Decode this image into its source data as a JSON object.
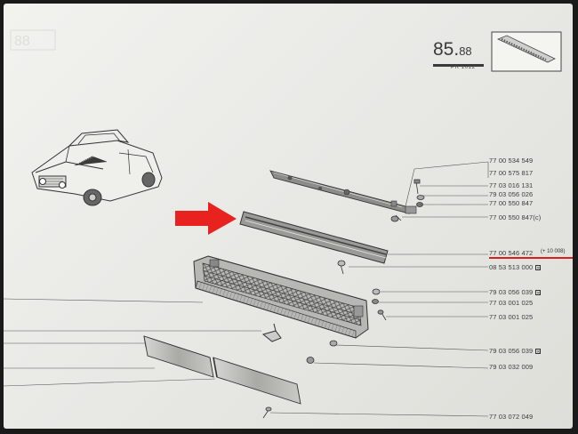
{
  "header": {
    "page_number_main": "85.",
    "page_number_small": "88",
    "page_ref": "PR 1012"
  },
  "parts": [
    {
      "number": "77 00 534 549"
    },
    {
      "number": "77 00 575 817"
    },
    {
      "number": "77 03 016 131"
    },
    {
      "number": "79 03 056 026"
    },
    {
      "number": "77 00 550 847"
    },
    {
      "number": "77 00 550 847(c)"
    },
    {
      "number": "77 00 546 472",
      "annotation": "(+ 10 008)"
    },
    {
      "number": "08 53 513 000",
      "symbol": "x-box"
    },
    {
      "number": "79 03 056 039",
      "symbol": "x-box"
    },
    {
      "number": "77 03 001 025"
    },
    {
      "number": "77 03 001 025"
    },
    {
      "number": "79 03 056 039",
      "symbol": "x-box"
    },
    {
      "number": "79 03 032 009"
    },
    {
      "number": "77 03 072 049"
    }
  ],
  "highlight": {
    "arrow_color": "#e8221e",
    "underline_color": "#d8201c"
  }
}
